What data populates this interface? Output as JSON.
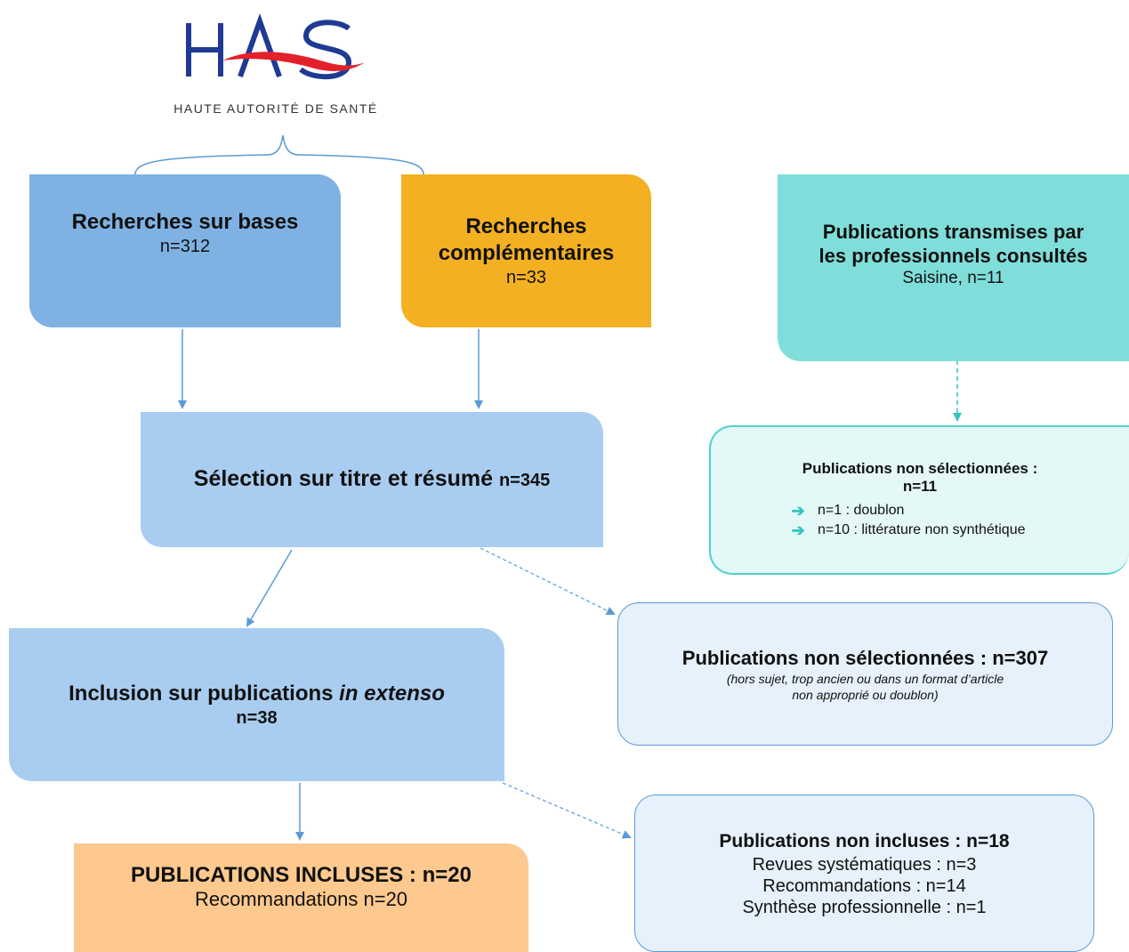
{
  "logo": {
    "letters": "HAS",
    "subtitle": "HAUTE AUTORITÉ DE SANTÉ"
  },
  "bases": {
    "title": "Recherches sur bases",
    "count": "n=312"
  },
  "complementaires": {
    "title_line1": "Recherches",
    "title_line2": "complémentaires",
    "count": "n=33"
  },
  "transmises": {
    "title_line1": "Publications transmises par",
    "title_line2": "les professionnels consultés",
    "detail": "Saisine, n=11"
  },
  "selection": {
    "title": "Sélection sur titre et résumé",
    "count": "n=345"
  },
  "non_sel_11": {
    "title": "Publications non sélectionnées :",
    "count": "n=11",
    "items": [
      "n=1 : doublon",
      "n=10 : littérature non synthétique"
    ]
  },
  "non_sel_307": {
    "title": "Publications non sélectionnées : n=307",
    "note_line1": "(hors sujet, trop ancien ou dans un format d’article",
    "note_line2": "non approprié ou doublon)"
  },
  "inclusion": {
    "title": "Inclusion sur publications",
    "title_italic": "in extenso",
    "count": "n=38"
  },
  "incluses": {
    "title": "PUBLICATIONS INCLUSES : n=20",
    "detail": "Recommandations n=20"
  },
  "non_incluses": {
    "title": "Publications non incluses : n=18",
    "lines": [
      "Revues systématiques : n=3",
      "Recommandations : n=14",
      "Synthèse professionnelle : n=1"
    ]
  },
  "colors": {
    "arrow": "#5b9bd5",
    "arrow_teal": "#34c4c0",
    "logo_blue": "#1f3a93",
    "logo_red": "#e3212b"
  }
}
